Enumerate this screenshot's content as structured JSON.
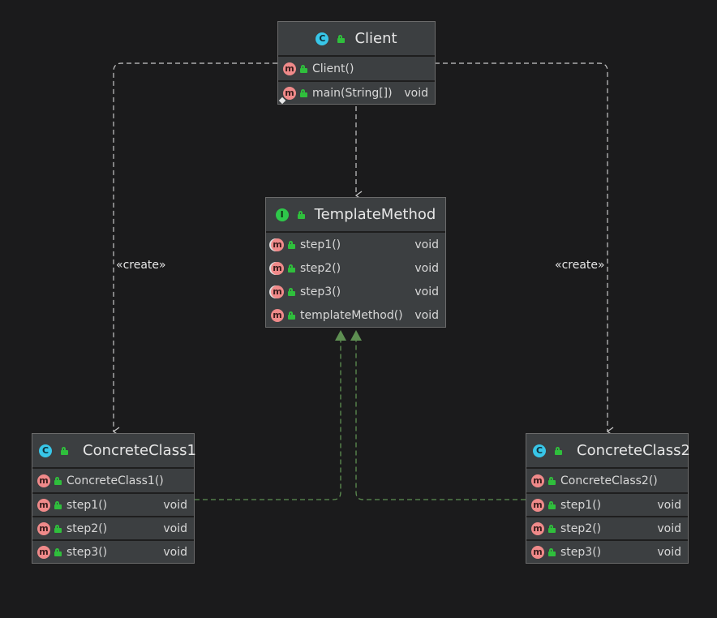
{
  "colors": {
    "background": "#1b1b1c",
    "box": "#3c3f41",
    "dependency": "#c8c8c8",
    "realization": "#5e8f52",
    "method_badge": "#f08a8a",
    "class_badge": "#38c6e8",
    "interface_badge": "#2ec84a",
    "public_lock": "#2fbf3c"
  },
  "nodes": {
    "client": {
      "kind": "class",
      "kind_letter": "C",
      "title": "Client",
      "groups": [
        [
          {
            "name": "Client()",
            "ret": "",
            "static": false
          }
        ],
        [
          {
            "name": "main(String[])",
            "ret": "void",
            "static": true
          }
        ]
      ]
    },
    "template": {
      "kind": "interface",
      "kind_letter": "I",
      "title": "TemplateMethod",
      "groups": [
        [
          {
            "name": "step1()",
            "ret": "void",
            "abstract": true
          },
          {
            "name": "step2()",
            "ret": "void",
            "abstract": true
          },
          {
            "name": "step3()",
            "ret": "void",
            "abstract": true
          },
          {
            "name": "templateMethod()",
            "ret": "void",
            "abstract": false
          }
        ]
      ]
    },
    "concrete1": {
      "kind": "class",
      "kind_letter": "C",
      "title": "ConcreteClass1",
      "groups": [
        [
          {
            "name": "ConcreteClass1()",
            "ret": ""
          }
        ],
        [
          {
            "name": "step1()",
            "ret": "void"
          }
        ],
        [
          {
            "name": "step2()",
            "ret": "void"
          }
        ],
        [
          {
            "name": "step3()",
            "ret": "void"
          }
        ]
      ]
    },
    "concrete2": {
      "kind": "class",
      "kind_letter": "C",
      "title": "ConcreteClass2",
      "groups": [
        [
          {
            "name": "ConcreteClass2()",
            "ret": ""
          }
        ],
        [
          {
            "name": "step1()",
            "ret": "void"
          }
        ],
        [
          {
            "name": "step2()",
            "ret": "void"
          }
        ],
        [
          {
            "name": "step3()",
            "ret": "void"
          }
        ]
      ]
    }
  },
  "edges": {
    "create_left": {
      "label": "«create»",
      "type": "dependency",
      "from": "client",
      "to": "concrete1"
    },
    "create_right": {
      "label": "«create»",
      "type": "dependency",
      "from": "client",
      "to": "concrete2"
    },
    "uses": {
      "label": "",
      "type": "dependency",
      "from": "client",
      "to": "template"
    },
    "impl1": {
      "label": "",
      "type": "realization",
      "from": "concrete1",
      "to": "template"
    },
    "impl2": {
      "label": "",
      "type": "realization",
      "from": "concrete2",
      "to": "template"
    }
  },
  "method_letter": "m"
}
